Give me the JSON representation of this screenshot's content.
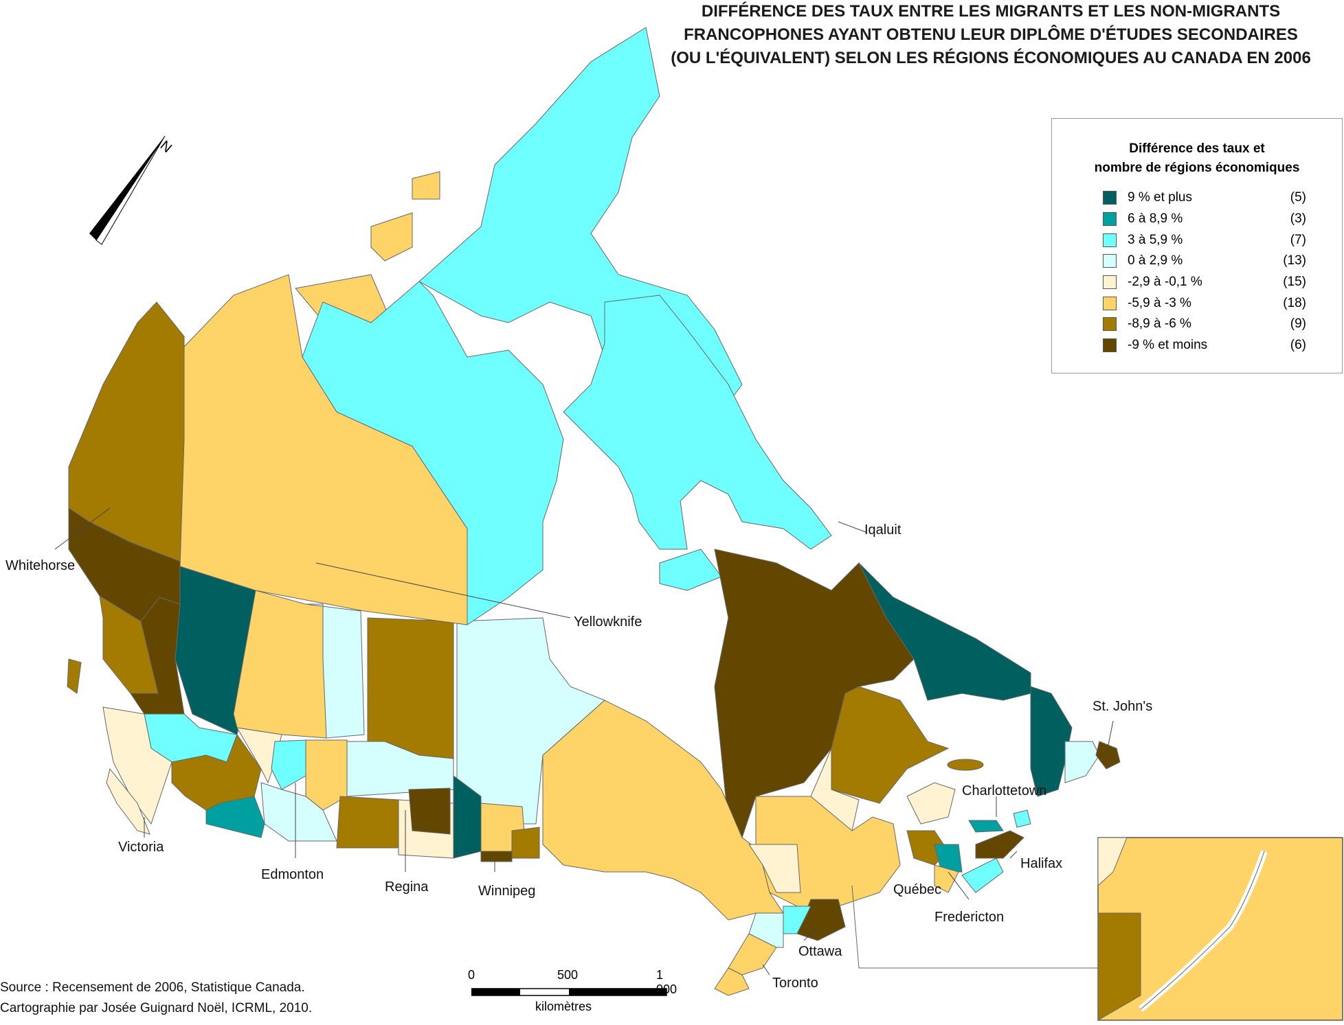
{
  "title": [
    "DIFFÉRENCE DES TAUX ENTRE LES MIGRANTS ET LES NON-MIGRANTS",
    "FRANCOPHONES AYANT OBTENU LEUR DIPLÔME D'ÉTUDES SECONDAIRES",
    "(OU L'ÉQUIVALENT) SELON LES RÉGIONS ÉCONOMIQUES AU CANADA EN 2006"
  ],
  "legend": {
    "title_line1": "Différence des taux et",
    "title_line2": "nombre de régions économiques",
    "items": [
      {
        "label": "9 % et plus",
        "count": "(5)",
        "color": "#005f5f"
      },
      {
        "label": "6 à 8,9 %",
        "count": "(3)",
        "color": "#00a0a0"
      },
      {
        "label": "3 à 5,9 %",
        "count": "(7)",
        "color": "#6fffff"
      },
      {
        "label": "0 à 2,9 %",
        "count": "(13)",
        "color": "#d5ffff"
      },
      {
        "label": "-2,9 à -0,1 %",
        "count": "(15)",
        "color": "#fff3d1"
      },
      {
        "label": "-5,9 à -3 %",
        "count": "(18)",
        "color": "#fed469"
      },
      {
        "label": "-8,9 à -6 %",
        "count": "(9)",
        "color": "#a27b00"
      },
      {
        "label": "-9 % et moins",
        "count": "(6)",
        "color": "#634700"
      }
    ]
  },
  "cities": {
    "whitehorse": "Whitehorse",
    "iqaluit": "Iqaluit",
    "yellowknife": "Yellowknife",
    "st_johns": "St. John's",
    "charlottetown": "Charlottetown",
    "halifax": "Halifax",
    "quebec": "Québec",
    "fredericton": "Fredericton",
    "ottawa": "Ottawa",
    "toronto": "Toronto",
    "victoria": "Victoria",
    "edmonton": "Edmonton",
    "regina": "Regina",
    "winnipeg": "Winnipeg"
  },
  "source": {
    "line1": "Source : Recensement de 2006, Statistique Canada.",
    "line2": "Cartographie par Josée Guignard Noël, ICRML, 2010."
  },
  "scale": {
    "tick0": "0",
    "tick1": "500",
    "tick2": "1 000",
    "unit": "kilomètres"
  },
  "north_arrow": "N"
}
